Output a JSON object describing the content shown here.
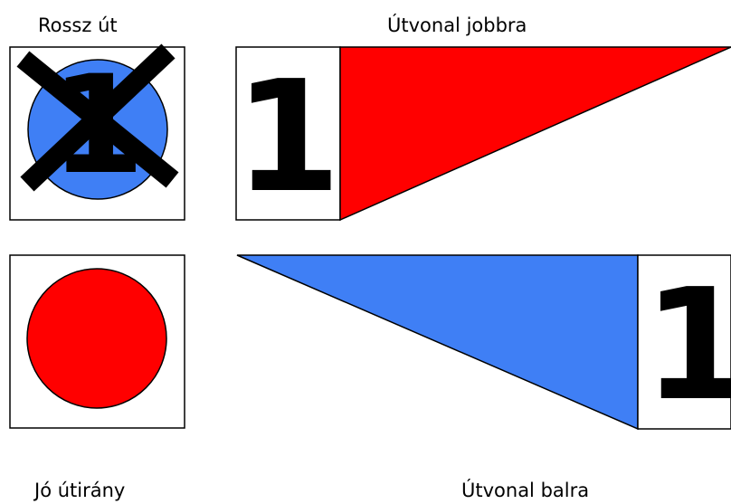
{
  "labels": {
    "wrong_way": "Rossz út",
    "route_right": "Útvonal jobbra",
    "good_direction": "Jó útirány",
    "route_left": "Útvonal balra"
  },
  "signs": {
    "wrong_way": {
      "digit": "1",
      "circle_color": "#3f7ff5",
      "cross_color": "#000000"
    },
    "good_direction": {
      "circle_color": "#ff0000"
    },
    "route_right": {
      "digit": "1",
      "flag_color": "#ff0000"
    },
    "route_left": {
      "digit": "1",
      "flag_color": "#3f7ff5"
    }
  }
}
